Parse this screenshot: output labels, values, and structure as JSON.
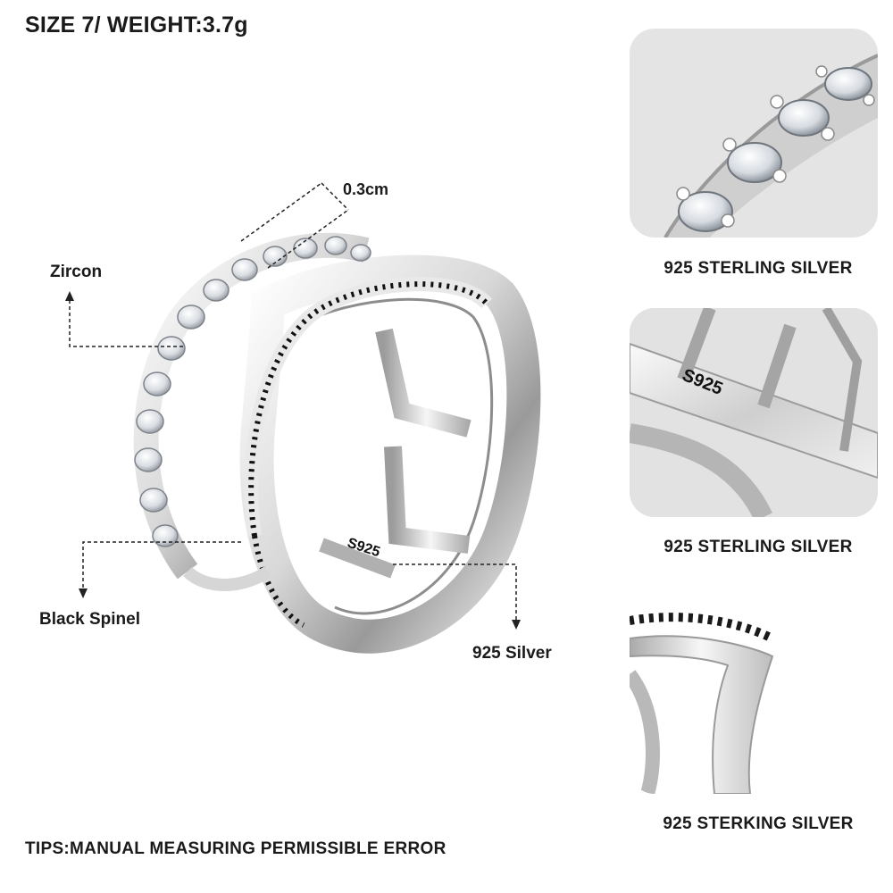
{
  "header": {
    "title": "SIZE 7/ WEIGHT:3.7g"
  },
  "annotations": {
    "width": "0.3cm",
    "zircon": "Zircon",
    "black_spinel": "Black Spinel",
    "silver": "925 Silver"
  },
  "ring_stamp": "S925",
  "detail_panels": [
    {
      "caption": "925 STERLING SILVER",
      "stamp": ""
    },
    {
      "caption": "925 STERLING SILVER",
      "stamp": "S925"
    },
    {
      "caption": "925 STERKING SILVER",
      "stamp": ""
    }
  ],
  "footer": {
    "tips": "TIPS:MANUAL MEASURING PERMISSIBLE  ERROR"
  },
  "colors": {
    "silver_light": "#f4f4f4",
    "silver_mid": "#c9c9c9",
    "silver_dark": "#8a8a8a",
    "spinel": "#111111",
    "panel_bg": "#e4e4e4"
  }
}
